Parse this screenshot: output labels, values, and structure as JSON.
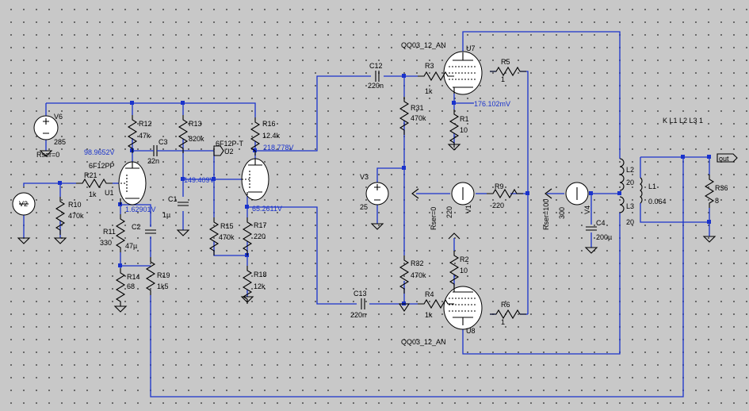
{
  "labels": {
    "v6": "V6",
    "v6_val": "285",
    "v6_rser": "Rser=0",
    "r12": "R12",
    "r12_val": "47k",
    "r13": "R13",
    "r13_val": "820k",
    "r16": "R16",
    "r16_val": "12.4k",
    "c3": "C3",
    "c3_val": "22n",
    "u2_type": "6F12P-T",
    "u2": "U2",
    "u1_type": "6F12PP",
    "u1": "U1",
    "r21": "R21",
    "r21_val": "1k",
    "v2": "V2",
    "r10": "R10",
    "r10_val": "470k",
    "c1": "C1",
    "c1_val": "1µ",
    "r11": "R11",
    "r11_val": "330",
    "c2": "C2",
    "c2_val": "47µ",
    "r14": "R14",
    "r14_val": "68",
    "r19": "R19",
    "r19_val": "1k5",
    "r15": "R15",
    "r15_val": "470k",
    "r17": "R17",
    "r17_val": "220",
    "r18": "R18",
    "r18_val": "12k",
    "c12": "C12",
    "c12_val": "220n",
    "c13": "C13",
    "c13_val": "220n",
    "r31": "R31",
    "r31_val": "470k",
    "r32": "R32",
    "r32_val": "470k",
    "v3": "V3",
    "v3_val": "25",
    "r3": "R3",
    "r3_val": "1k",
    "r4": "R4",
    "r4_val": "1k",
    "u7_type": "QQ03_12_AN",
    "u7": "U7",
    "u8_type": "QQ03_12_AN",
    "u8": "U8",
    "r5": "R5",
    "r5_val": "1",
    "r6": "R6",
    "r6_val": "1",
    "r1": "R1",
    "r1_val": "10",
    "r2": "R2",
    "r2_val": "10",
    "v1": "V1",
    "v1_val": "220",
    "v1_rser": "Rser=0",
    "r9": "R9",
    "r9_val": "-220",
    "v4": "V4",
    "v4_val": "300",
    "v4_rser": "Rser=100",
    "c4": "C4",
    "c4_val": "200µ",
    "l2": "L2",
    "l2_val": "20",
    "l3": "L3",
    "l3_val": "20",
    "l1": "L1",
    "l1_val": "0.064",
    "r36": "R36",
    "r36_val": "8",
    "k_directive": "K L1 L2 L3 1",
    "out_flag": "out"
  },
  "voltages": {
    "n1": "98.9652V",
    "n2": "149.409V",
    "n3": "218.778V",
    "n4": "1.62901V",
    "n5": "65.2611V",
    "n6": "176.102mV"
  },
  "colors": {
    "wire": "#1a33cc",
    "background": "#c8c8c8",
    "component": "#000000"
  }
}
